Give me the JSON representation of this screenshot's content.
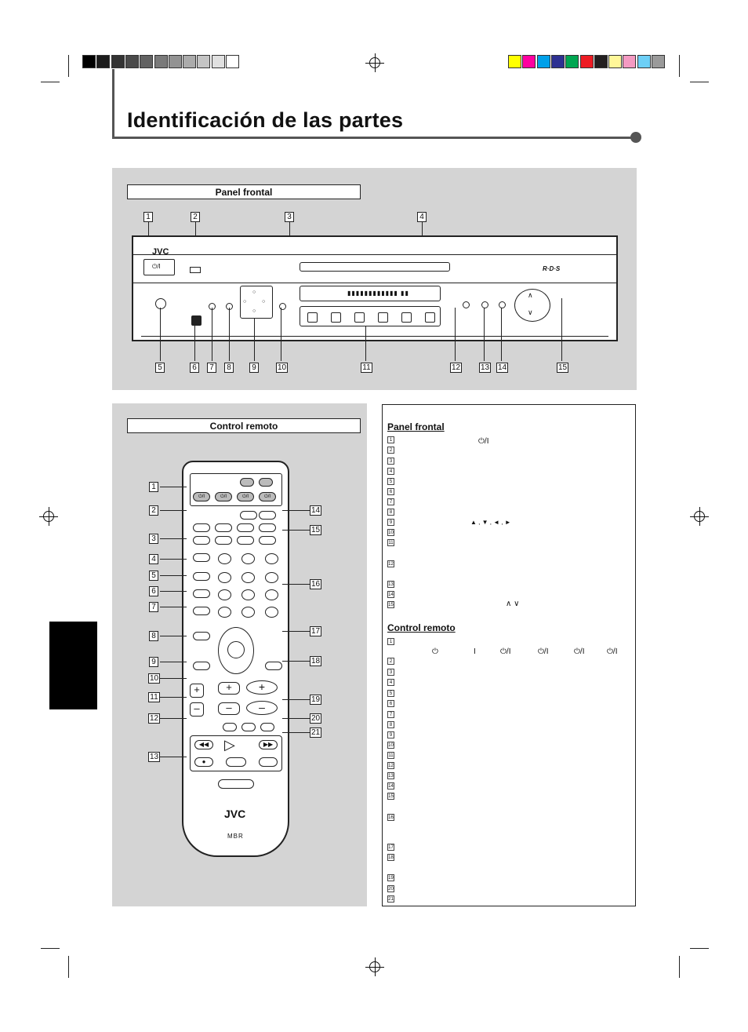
{
  "header": {
    "title": "Identificación de las partes",
    "gray_swatches": [
      "#000000",
      "#1c1c1c",
      "#333333",
      "#4a4a4a",
      "#626262",
      "#7a7a7a",
      "#939393",
      "#ababab",
      "#c4c4c4",
      "#e0e0e0",
      "#ffffff"
    ],
    "color_swatches": [
      "#ffff00",
      "#ff00a0",
      "#00a0e9",
      "#2e3192",
      "#00a651",
      "#ed1c24",
      "#231f20",
      "#fff799",
      "#f49ac2",
      "#6dcff6",
      "#9a9a9a"
    ]
  },
  "front_panel": {
    "label": "Panel frontal",
    "brand": "JVC",
    "rds_logo": "R·D·S",
    "power_symbol": "⏻/I",
    "callouts_top": [
      "1",
      "2",
      "3",
      "4"
    ],
    "callouts_bottom": [
      "5",
      "6",
      "7",
      "8",
      "9",
      "10",
      "11",
      "12",
      "13",
      "14",
      "15"
    ]
  },
  "remote": {
    "label": "Control remoto",
    "brand": "JVC",
    "logo_text": "MBR",
    "callouts_left": [
      "1",
      "2",
      "3",
      "4",
      "5",
      "6",
      "7",
      "8",
      "9",
      "10",
      "11",
      "12",
      "13"
    ],
    "callouts_right": [
      "14",
      "15",
      "16",
      "17",
      "18",
      "19",
      "20",
      "21"
    ],
    "power_symbols": [
      "⏻/I",
      "⏻/I",
      "⏻/I",
      "⏻/I"
    ]
  },
  "descriptions": {
    "front_heading": "Panel frontal",
    "remote_heading": "Control remoto",
    "front_numbers": [
      "1",
      "2",
      "3",
      "4",
      "5",
      "6",
      "7",
      "8",
      "9",
      "10",
      "11",
      "12",
      "13",
      "14",
      "15"
    ],
    "remote_numbers": [
      "1",
      "2",
      "3",
      "4",
      "5",
      "6",
      "7",
      "8",
      "9",
      "10",
      "11",
      "12",
      "13",
      "14",
      "15",
      "16",
      "17",
      "18",
      "19",
      "20",
      "21"
    ],
    "front_item1_symbol": "⏻/I",
    "front_item9_symbols": "▲ , ▼ , ◄ , ►",
    "front_item15_symbols": "∧ ∨",
    "remote_item1_symbols": [
      "⏻",
      "I",
      "⏻/I",
      "⏻/I",
      "⏻/I",
      "⏻/I"
    ]
  }
}
